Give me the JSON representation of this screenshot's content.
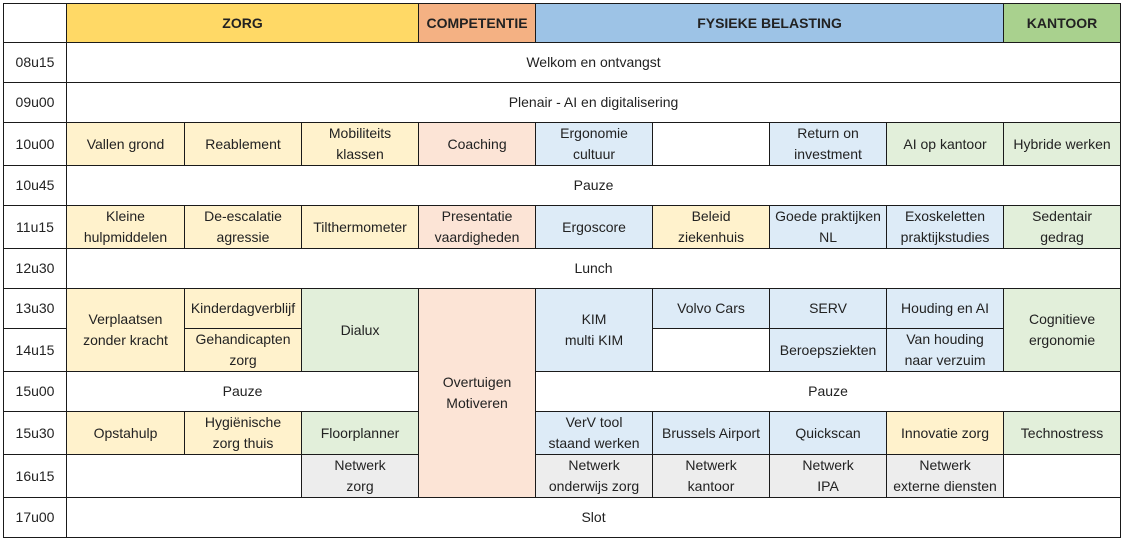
{
  "colors": {
    "zorg_header": "#FFD966",
    "competentie_header": "#F4B183",
    "fysieke_header": "#9DC3E6",
    "kantoor_header": "#A9D18E",
    "zorg_cell": "#FFF2CC",
    "competentie_cell": "#FCE4D6",
    "fysieke_cell": "#DDEBF7",
    "kantoor_cell": "#E2EFDA",
    "netwerk_cell": "#EDEDED"
  },
  "header": {
    "corner": "",
    "zorg": "ZORG",
    "competentie": "COMPETENTIE",
    "fysieke_belasting": "FYSIEKE BELASTING",
    "kantoor": "KANTOOR"
  },
  "times": [
    "08u15",
    "09u00",
    "10u00",
    "10u45",
    "11u15",
    "12u30",
    "13u30",
    "14u15",
    "15u00",
    "15u30",
    "16u15",
    "17u00"
  ],
  "plenary": {
    "welkom": "Welkom en ontvangst",
    "plenair": "Plenair - AI en digitalisering",
    "pauze1": "Pauze",
    "lunch": "Lunch",
    "pauze_zorg": "Pauze",
    "pauze_rest": "Pauze",
    "slot": "Slot"
  },
  "s1000": [
    "Vallen grond",
    "Reablement",
    "Mobiliteits\nklassen",
    "Coaching",
    "Ergonomie\ncultuur",
    "",
    "Return on\ninvestment",
    "AI op kantoor",
    "Hybride werken"
  ],
  "s1115": [
    "Kleine\nhulpmiddelen",
    "De-escalatie\nagressie",
    "Tilthermometer",
    "Presentatie\nvaardigheden",
    "Ergoscore",
    "Beleid\nziekenhuis",
    "Goede praktijken\nNL",
    "Exoskeletten\npraktijkstudies",
    "Sedentair\ngedrag"
  ],
  "s1330": {
    "verplaatsen": "Verplaatsen\nzonder kracht",
    "kinderdag": "Kinderdagverblijf",
    "gehandicapten": "Gehandicapten\nzorg",
    "dialux": "Dialux",
    "overtuigen": "Overtuigen\nMotiveren",
    "kim": "KIM\nmulti KIM",
    "volvo": "Volvo Cars",
    "empty_1415": "",
    "serv": "SERV",
    "beroeps": "Beroepsziekten",
    "houding_ai": "Houding en AI",
    "van_houding": "Van houding\nnaar verzuim",
    "cognitieve": "Cognitieve\nergonomie"
  },
  "s1530": [
    "Opstahulp",
    "Hygiënische\nzorg thuis",
    "Floorplanner",
    "VerV tool\nstaand werken",
    "Brussels Airport",
    "Quickscan",
    "Innovatie zorg",
    "Technostress"
  ],
  "s1615": {
    "empty_left": "",
    "netwerk_zorg": "Netwerk\nzorg",
    "netwerk_onderwijs": "Netwerk\nonderwijs zorg",
    "netwerk_kantoor": "Netwerk\nkantoor",
    "netwerk_ipa": "Netwerk\nIPA",
    "netwerk_extern": "Netwerk\nexterne diensten",
    "empty_right": ""
  }
}
